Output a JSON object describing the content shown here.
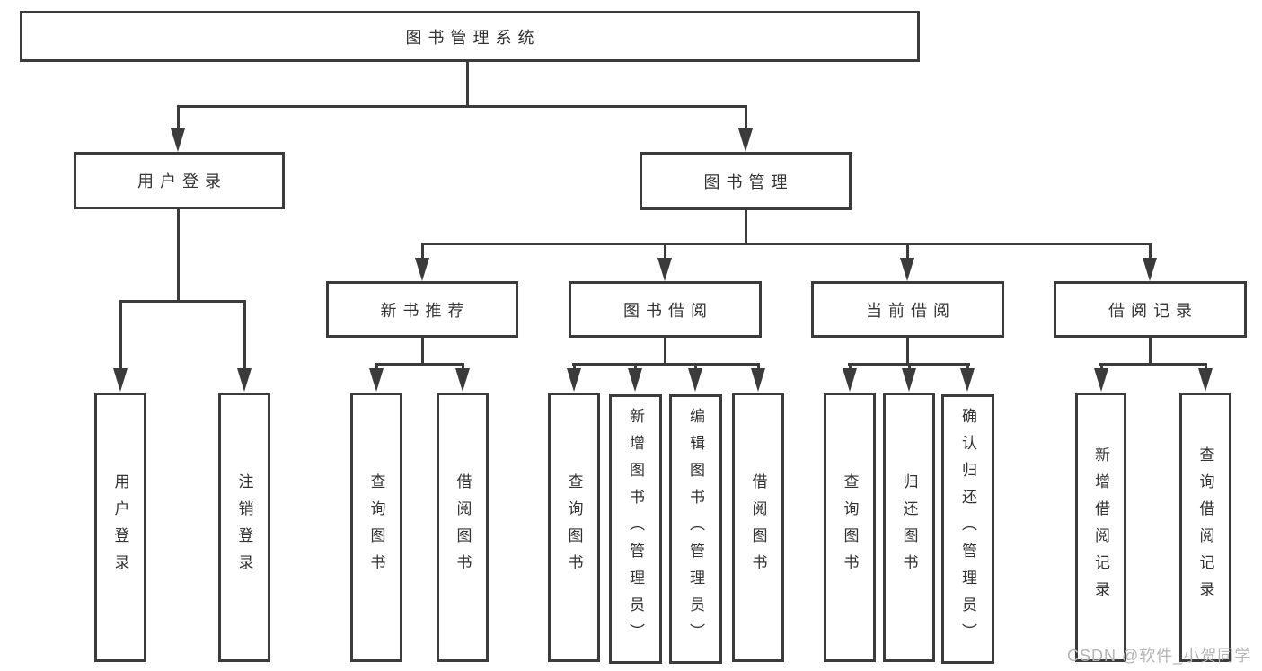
{
  "tree": {
    "root": {
      "label": "图书管理系统"
    },
    "branches": [
      {
        "label": "用户登录",
        "children": [
          {
            "label": "用户登录"
          },
          {
            "label": "注销登录"
          }
        ]
      },
      {
        "label": "图书管理",
        "children": [
          {
            "label": "新书推荐",
            "children": [
              {
                "label": "查询图书"
              },
              {
                "label": "借阅图书"
              }
            ]
          },
          {
            "label": "图书借阅",
            "children": [
              {
                "label": "查询图书"
              },
              {
                "label": "新增图书（管理员）"
              },
              {
                "label": "编辑图书（管理员）"
              },
              {
                "label": "借阅图书"
              }
            ]
          },
          {
            "label": "当前借阅",
            "children": [
              {
                "label": "查询图书"
              },
              {
                "label": "归还图书"
              },
              {
                "label": "确认归还（管理员）"
              }
            ]
          },
          {
            "label": "借阅记录",
            "children": [
              {
                "label": "新增借阅记录"
              },
              {
                "label": "查询借阅记录"
              }
            ]
          }
        ]
      }
    ]
  },
  "watermark": "CSDN @软件_小贺同学",
  "colors": {
    "line": "#3b3b3b",
    "text": "#333333",
    "watermark": "#b5b5b5",
    "background": "#ffffff"
  }
}
